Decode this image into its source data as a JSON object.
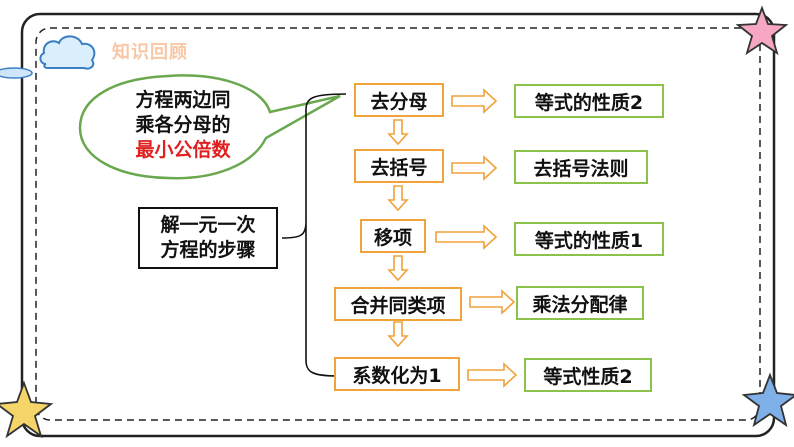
{
  "header": {
    "title": "知识回顾"
  },
  "callout": {
    "line1": "方程两边同",
    "line2": "乘各分母的",
    "line3": "最小公倍数",
    "highlight_color": "#e02020"
  },
  "steps_label": {
    "line1": "解一元一次",
    "line2": "方程的步骤"
  },
  "steps": [
    {
      "label": "去分母",
      "rule": "等式的性质2"
    },
    {
      "label": "去括号",
      "rule": "去括号法则"
    },
    {
      "label": "移项",
      "rule": "等式的性质1"
    },
    {
      "label": "合并同类项",
      "rule": "乘法分配律"
    },
    {
      "label": "系数化为1",
      "rule": "等式性质2"
    }
  ],
  "colors": {
    "step_border": "#f0a23b",
    "rule_border": "#8bc34a",
    "callout_border": "#6aa84f",
    "arrow_stroke": "#f0a23b",
    "star_pink": "#f7a6c3",
    "star_yellow": "#f5d56a",
    "star_blue": "#7fb0e8",
    "cloud": "#8fc3ee"
  }
}
